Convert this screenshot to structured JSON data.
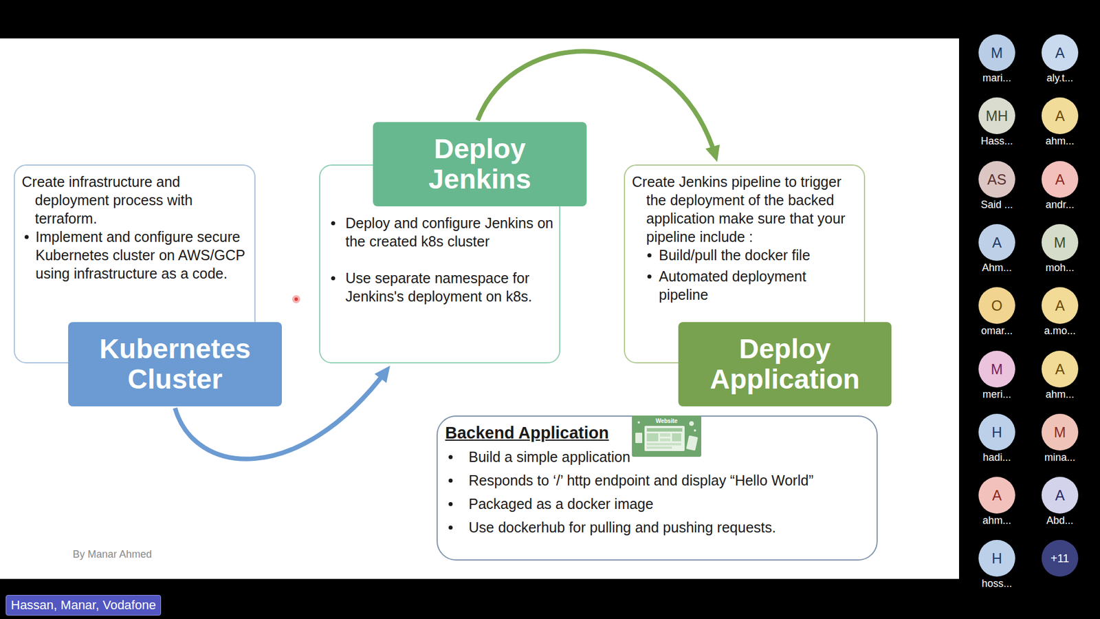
{
  "diagram": {
    "nodes": [
      {
        "text": [
          "Create infrastructure and deployment process with terraform.",
          "Implement and configure secure Kubernetes cluster on AWS/GCP using infrastructure as a code."
        ]
      },
      {
        "text": [
          "Kubernetes Cluster"
        ]
      },
      {
        "text": [
          "Deploy and configure Jenkins on the created k8s cluster",
          "Use separate namespace for Jenkins's deployment on k8s."
        ]
      },
      {
        "text": [
          "Deploy Jenkins"
        ]
      },
      {
        "text": [
          "Create Jenkins pipeline to trigger the deployment of the backed application make sure that your pipeline include :",
          "Build/pull the docker file",
          "Automated deployment pipeline"
        ]
      },
      {
        "text": [
          "Deploy Application"
        ]
      },
      {
        "text": [
          "Backend Application",
          "Build a simple application",
          "Responds to ‘/’ http endpoint and display “Hello World”",
          "Packaged as a docker image",
          "Use dockerhub for pulling and pushing requests."
        ]
      },
      {
        "text": [
          "M",
          "mari..."
        ]
      },
      {
        "text": [
          "A",
          "aly.t..."
        ]
      },
      {
        "text": [
          "MH",
          "Hass..."
        ]
      },
      {
        "text": [
          "A",
          "ahm..."
        ]
      },
      {
        "text": [
          "AS",
          "Said ..."
        ]
      },
      {
        "text": [
          "A",
          "andr..."
        ]
      },
      {
        "text": [
          "A",
          "Ahm..."
        ]
      },
      {
        "text": [
          "M",
          "moh..."
        ]
      },
      {
        "text": [
          "O",
          "omar..."
        ]
      },
      {
        "text": [
          "A",
          "a.mo..."
        ]
      },
      {
        "text": [
          "M",
          "meri..."
        ]
      },
      {
        "text": [
          "A",
          "ahm..."
        ]
      },
      {
        "text": [
          "H",
          "hadi..."
        ]
      },
      {
        "text": [
          "M",
          "mina..."
        ]
      },
      {
        "text": [
          "A",
          "ahm..."
        ]
      },
      {
        "text": [
          "A",
          "Abd..."
        ]
      },
      {
        "text": [
          "H",
          "hoss..."
        ]
      },
      {
        "text": [
          "+11"
        ]
      },
      {
        "text": [
          "Hassan, Manar, Vodafone"
        ]
      }
    ],
    "edges": [
      {
        "from": 1,
        "to": 2,
        "arrow": "to"
      },
      {
        "from": 3,
        "to": 4,
        "arrow": "to"
      }
    ],
    "labels": [
      "Website",
      "By Manar Ahmed"
    ]
  }
}
